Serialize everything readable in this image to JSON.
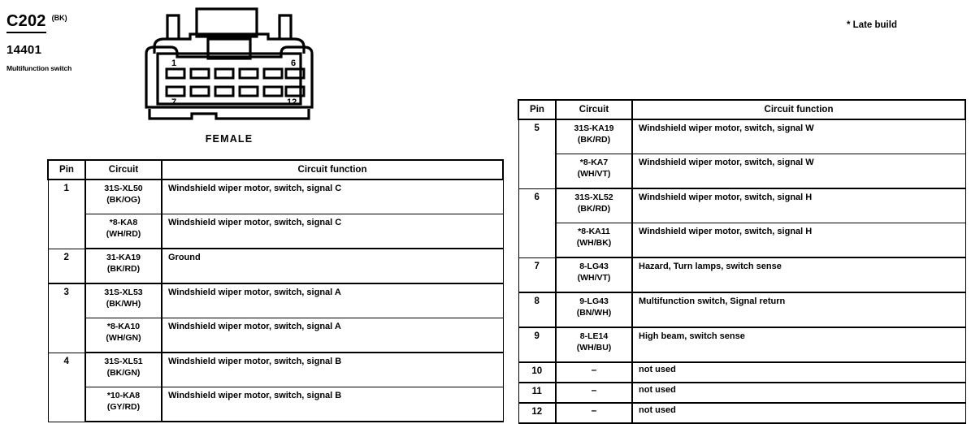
{
  "header": {
    "connector_id": "C202",
    "connector_color": "(BK)",
    "part_number": "14401",
    "description": "Multifunction switch"
  },
  "notes": {
    "late_build": "* Late build"
  },
  "connector": {
    "gender_label": "FEMALE",
    "cavity_labels": {
      "top_left": "1",
      "top_right": "6",
      "bottom_left": "7",
      "bottom_right": "12"
    },
    "rows": 2,
    "columns": 6,
    "total_pins": 12
  },
  "tables": {
    "headers": {
      "pin": "Pin",
      "circuit": "Circuit",
      "function": "Circuit function"
    },
    "left": [
      {
        "pin": "1",
        "entries": [
          {
            "circuit": "31S-XL50",
            "color": "(BK/OG)",
            "function": "Windshield wiper motor, switch, signal C"
          },
          {
            "circuit": "*8-KA8",
            "color": "(WH/RD)",
            "function": "Windshield wiper motor, switch, signal C"
          }
        ]
      },
      {
        "pin": "2",
        "entries": [
          {
            "circuit": "31-KA19",
            "color": "(BK/RD)",
            "function": "Ground"
          }
        ]
      },
      {
        "pin": "3",
        "entries": [
          {
            "circuit": "31S-XL53",
            "color": "(BK/WH)",
            "function": "Windshield wiper motor, switch, signal A"
          },
          {
            "circuit": "*8-KA10",
            "color": "(WH/GN)",
            "function": "Windshield wiper motor, switch, signal A"
          }
        ]
      },
      {
        "pin": "4",
        "entries": [
          {
            "circuit": "31S-XL51",
            "color": "(BK/GN)",
            "function": "Windshield wiper motor, switch, signal B"
          },
          {
            "circuit": "*10-KA8",
            "color": "(GY/RD)",
            "function": "Windshield wiper motor, switch, signal B"
          }
        ]
      }
    ],
    "right": [
      {
        "pin": "5",
        "entries": [
          {
            "circuit": "31S-KA19",
            "color": "(BK/RD)",
            "function": "Windshield wiper motor, switch, signal W"
          },
          {
            "circuit": "*8-KA7",
            "color": "(WH/VT)",
            "function": "Windshield wiper motor, switch, signal W"
          }
        ]
      },
      {
        "pin": "6",
        "entries": [
          {
            "circuit": "31S-XL52",
            "color": "(BK/RD)",
            "function": "Windshield wiper motor, switch, signal H"
          },
          {
            "circuit": "*8-KA11",
            "color": "(WH/BK)",
            "function": "Windshield wiper motor, switch, signal H"
          }
        ]
      },
      {
        "pin": "7",
        "entries": [
          {
            "circuit": "8-LG43",
            "color": "(WH/VT)",
            "function": "Hazard, Turn lamps, switch sense"
          }
        ]
      },
      {
        "pin": "8",
        "entries": [
          {
            "circuit": "9-LG43",
            "color": "(BN/WH)",
            "function": "Multifunction switch, Signal return"
          }
        ]
      },
      {
        "pin": "9",
        "entries": [
          {
            "circuit": "8-LE14",
            "color": "(WH/BU)",
            "function": "High beam, switch sense"
          }
        ]
      },
      {
        "pin": "10",
        "entries": [
          {
            "circuit": "–",
            "color": "",
            "function": "not used"
          }
        ]
      },
      {
        "pin": "11",
        "entries": [
          {
            "circuit": "–",
            "color": "",
            "function": "not used"
          }
        ]
      },
      {
        "pin": "12",
        "entries": [
          {
            "circuit": "–",
            "color": "",
            "function": "not used"
          }
        ]
      }
    ]
  }
}
